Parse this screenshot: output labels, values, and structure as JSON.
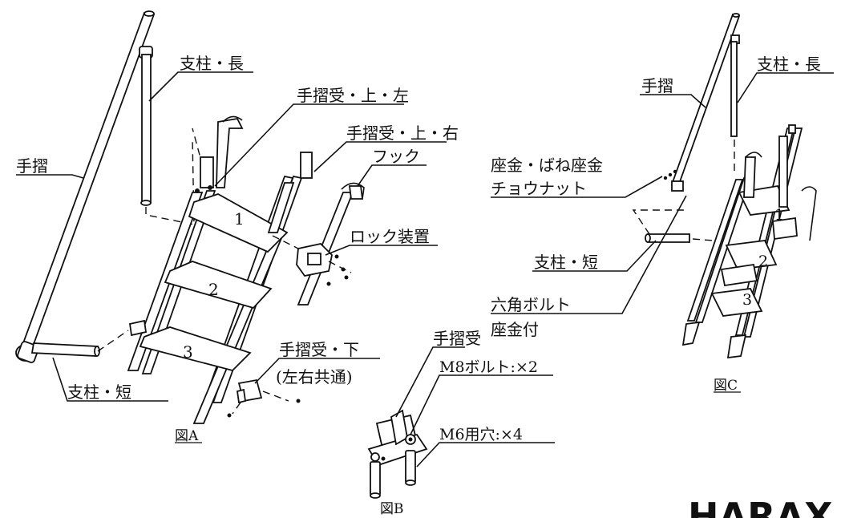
{
  "figure_a": {
    "caption": "図A",
    "labels": {
      "post_long": "支柱・長",
      "handrail": "手摺",
      "upper_left": "手摺受・上・左",
      "upper_right": "手摺受・上・右",
      "hook": "フック",
      "lock": "ロック装置",
      "lower": "手摺受・下",
      "lower_note": "(左右共通)",
      "post_short": "支柱・短"
    },
    "step_numbers": [
      "1",
      "2",
      "3"
    ]
  },
  "figure_b": {
    "caption": "図B",
    "labels": {
      "receiver": "手摺受",
      "bolt": "M8ボルト:×2",
      "holes": "M6用穴:×4"
    }
  },
  "figure_c": {
    "caption": "図C",
    "labels": {
      "handrail": "手摺",
      "post_long": "支柱・長",
      "washer_line1": "座金・ばね座金",
      "washer_line2": "チョウナット",
      "post_short": "支柱・短",
      "hex_bolt_line1": "六角ボルト",
      "hex_bolt_line2": "座金付"
    },
    "step_numbers": [
      "1",
      "2",
      "3"
    ]
  },
  "brand": {
    "logo_text": "HARAX"
  }
}
